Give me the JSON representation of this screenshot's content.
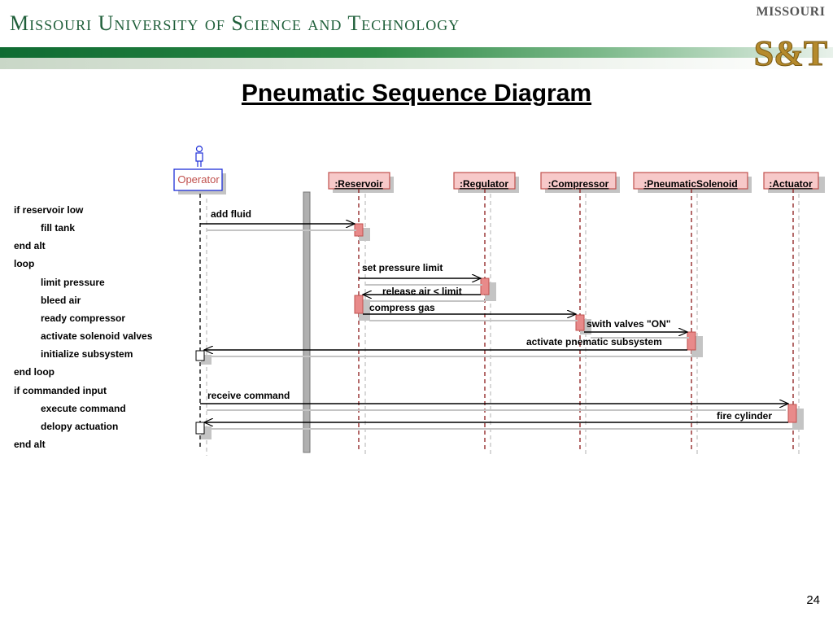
{
  "header": {
    "university": "Missouri University of Science and Technology",
    "logo_top": "MISSOURI",
    "logo_mark": "S&T",
    "colors": {
      "brand_green": "#1f5f3a",
      "gold": "#b58a2c"
    }
  },
  "slide": {
    "title": "Pneumatic Sequence Diagram",
    "page_number": "24"
  },
  "pseudocode": [
    "if reservoir low",
    "fill tank",
    "end alt",
    "loop",
    "limit pressure",
    "bleed air",
    "ready compressor",
    "activate solenoid valves",
    "initialize subsystem",
    "end loop",
    "if commanded input",
    "execute command",
    "delopy actuation",
    "end alt"
  ],
  "actor": {
    "label": "Operator"
  },
  "lifelines": [
    ":Reservoir",
    ":Regulator",
    ":Compressor",
    ":PneumaticSolenoid",
    ":Actuator"
  ],
  "messages": [
    "add fluid",
    "set pressure limit",
    "release air < limit",
    "compress gas",
    "swith valves \"ON\"",
    "activate pnematic subsystem",
    "receive command",
    "fire cylinder"
  ],
  "colors": {
    "object_fill": "#f7c9c9",
    "object_border": "#c0504d",
    "activation_fill": "#e88a8a",
    "lifeline_dash": "#8b1a1a",
    "actor_border": "#1e2fd8",
    "actor_text": "#c0504d",
    "shadow": "#c4c4c4",
    "bar_gray": "#b0b0b0"
  }
}
